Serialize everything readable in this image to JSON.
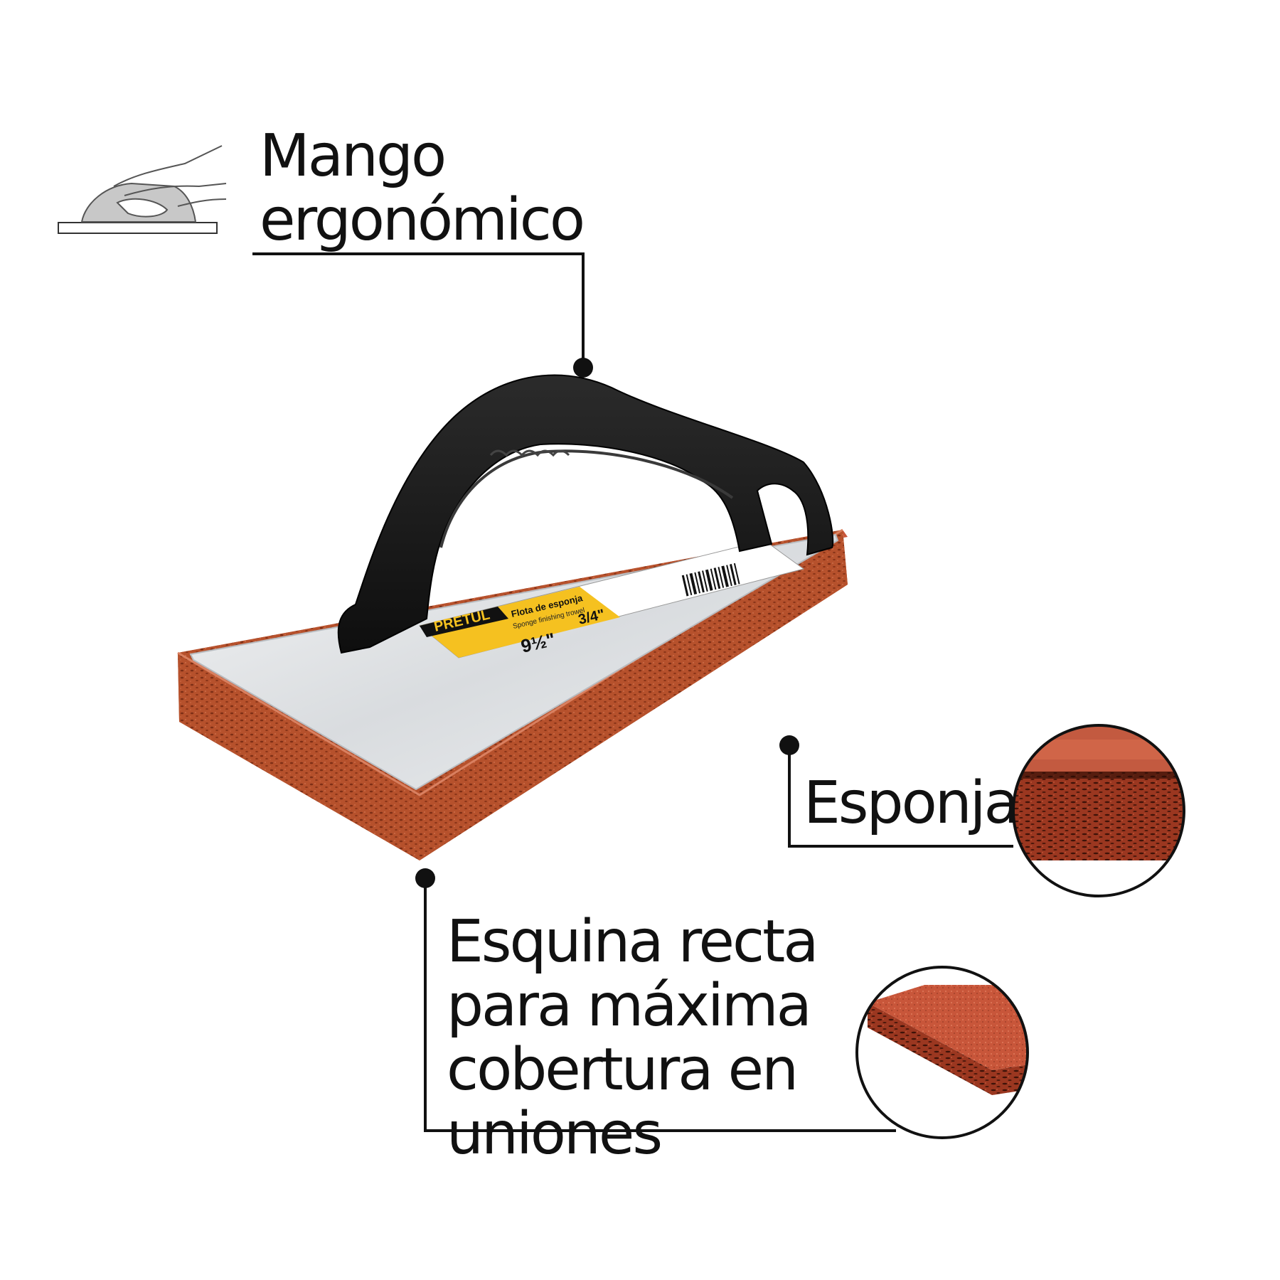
{
  "features": {
    "handle": {
      "line1": "Mango",
      "line2": "ergonómico"
    },
    "sponge": {
      "label": "Esponja"
    },
    "corner": {
      "line1": "Esquina recta",
      "line2": "para máxima",
      "line3": "cobertura en",
      "line4": "uniones"
    }
  },
  "product_label": {
    "brand": "PRETUL",
    "title": "Flota de esponja",
    "subtitle": "Sponge finishing trowel",
    "size_fraction": "3/4\"",
    "size_inches": "9½\""
  },
  "colors": {
    "sponge": "#b5532f",
    "handle": "#1a1a1a",
    "plate": "#e4e6e8",
    "label_yellow": "#f5c120",
    "line": "#111111"
  },
  "icons": [
    "hand-grip-icon"
  ]
}
